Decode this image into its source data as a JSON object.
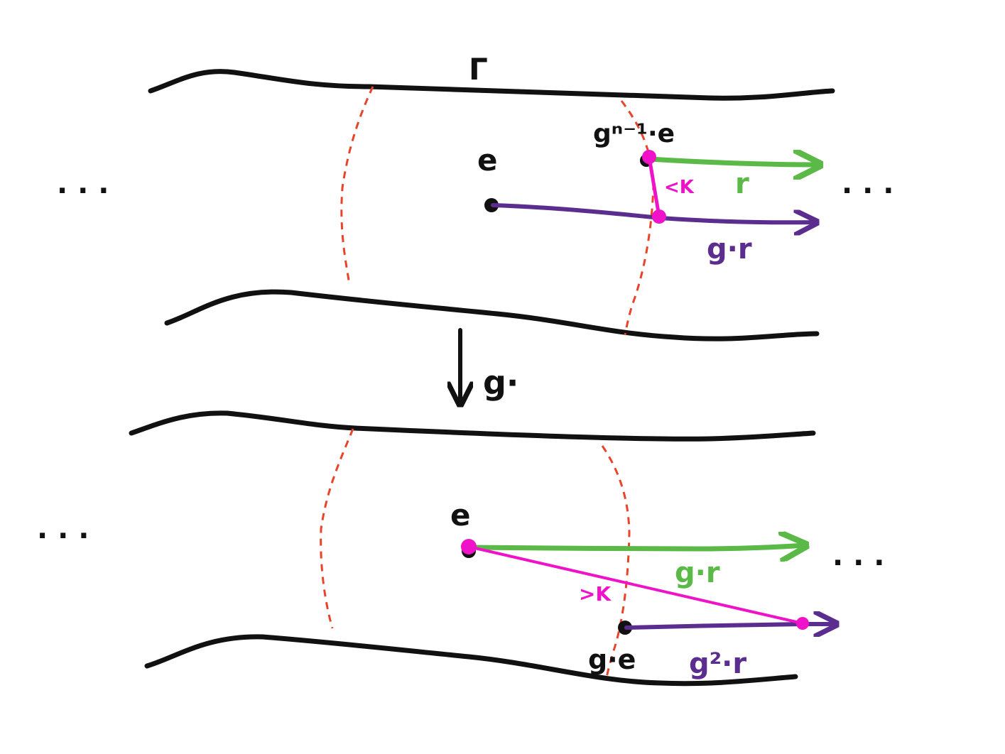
{
  "colors": {
    "ink": "#111111",
    "dashed": "#e8442a",
    "green": "#5ab947",
    "purple": "#5b2d8e",
    "magenta": "#f012c8"
  },
  "top_panel": {
    "title": "Γ",
    "left_dots": ". . .",
    "right_dots": ". . .",
    "identity_label": "e",
    "shifted_identity_label": "gⁿ⁻¹·e",
    "ray_label": "r",
    "translated_ray_label": "g·r",
    "distance_label": "<K"
  },
  "map_label": "g·",
  "bottom_panel": {
    "left_dots": ". . .",
    "right_dots": ". . .",
    "identity_label": "e",
    "shifted_identity_label": "g·e",
    "ray_label": "g·r",
    "translated_ray_label": "g²·r",
    "distance_label": ">K"
  }
}
